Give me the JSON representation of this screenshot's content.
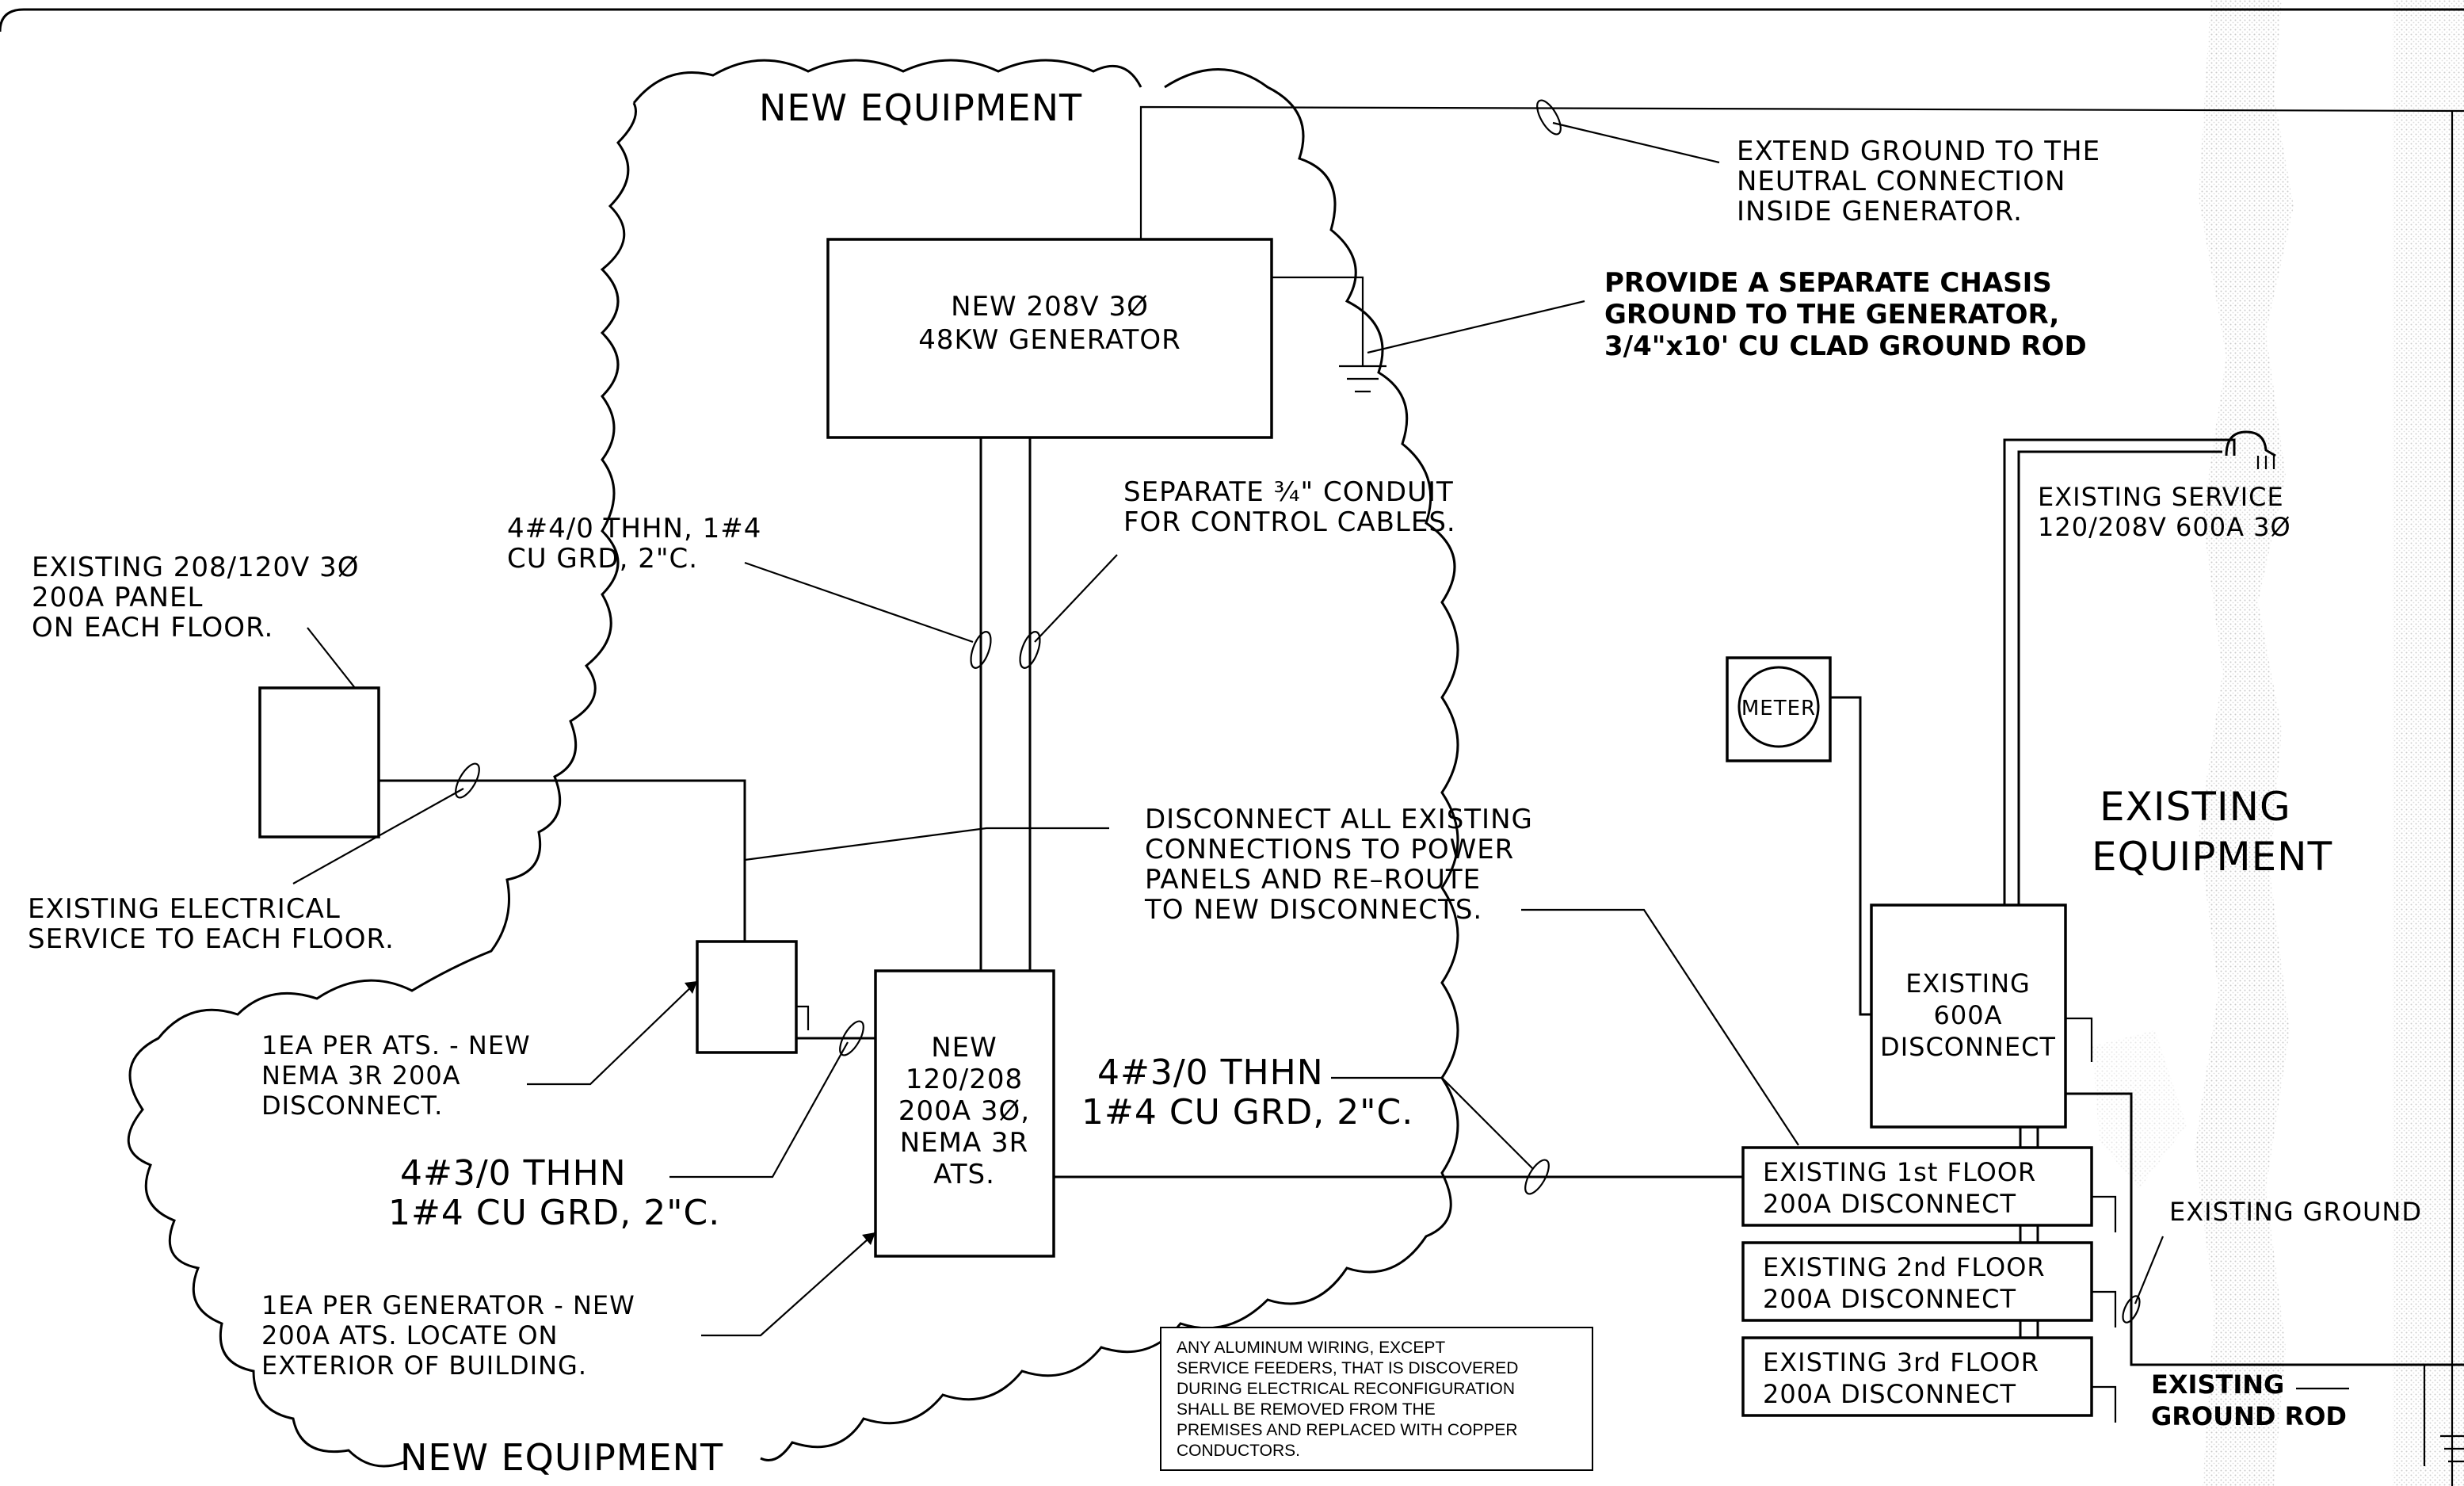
{
  "clouds": {
    "new_top": "NEW EQUIPMENT",
    "new_bottom": "NEW EQUIPMENT",
    "existing": [
      "EXISTING",
      "EQUIPMENT"
    ]
  },
  "equipment": {
    "generator": [
      "NEW 208V 3Ø",
      "48KW GENERATOR"
    ],
    "ats": [
      "NEW",
      "120/208",
      "200A 3Ø,",
      "NEMA 3R",
      "ATS."
    ],
    "meter": "METER",
    "existing_disconnect": [
      "EXISTING",
      "600A",
      "DISCONNECT"
    ],
    "floor_disconnects": [
      [
        "EXISTING 1st FLOOR",
        "200A DISCONNECT"
      ],
      [
        "EXISTING 2nd FLOOR",
        "200A DISCONNECT"
      ],
      [
        "EXISTING 3rd FLOOR",
        "200A DISCONNECT"
      ]
    ]
  },
  "callouts": {
    "extend_ground": [
      "EXTEND GROUND TO THE",
      "NEUTRAL CONNECTION",
      "INSIDE GENERATOR."
    ],
    "chassis_ground": [
      "PROVIDE A SEPARATE CHASIS",
      "GROUND TO THE GENERATOR,",
      "3/4\"x10' CU CLAD GROUND ROD"
    ],
    "control_conduit": [
      "SEPARATE ¾\" CONDUIT",
      "FOR CONTROL CABLES."
    ],
    "gen_feeder": [
      "4#4/0 THHN,   1#4",
      "CU GRD, 2\"C."
    ],
    "existing_panel": [
      "EXISTING 208/120V 3Ø",
      "200A PANEL",
      "ON EACH FLOOR."
    ],
    "existing_service_floor": [
      "EXISTING ELECTRICAL",
      "SERVICE TO EACH FLOOR."
    ],
    "disconnect_all": [
      "DISCONNECT ALL EXISTING",
      "CONNECTIONS TO POWER",
      "PANELS AND RE–ROUTE",
      "TO NEW DISCONNECTS."
    ],
    "new_disconnect": [
      "1EA PER ATS. - NEW",
      "NEMA 3R 200A",
      "DISCONNECT."
    ],
    "ats_feeder_left": [
      "4#3/0 THHN",
      "1#4 CU GRD, 2\"C."
    ],
    "ats_feeder_right": [
      "4#3/0 THHN",
      "1#4 CU GRD, 2\"C."
    ],
    "new_ats": [
      "1EA PER GENERATOR - NEW",
      "200A ATS.  LOCATE ON",
      "EXTERIOR OF BUILDING."
    ],
    "existing_service": [
      "EXISTING   SERVICE",
      "120/208V 600A 3Ø"
    ],
    "existing_ground": "EXISTING GROUND",
    "ground_rod": [
      "EXISTING",
      "GROUND ROD"
    ]
  },
  "general_note": [
    "ANY ALUMINUM WIRING, EXCEPT",
    "SERVICE FEEDERS, THAT IS DISCOVERED",
    "DURING ELECTRICAL RECONFIGURATION",
    "SHALL BE REMOVED FROM THE",
    "PREMISES AND REPLACED WITH COPPER",
    "CONDUCTORS."
  ]
}
